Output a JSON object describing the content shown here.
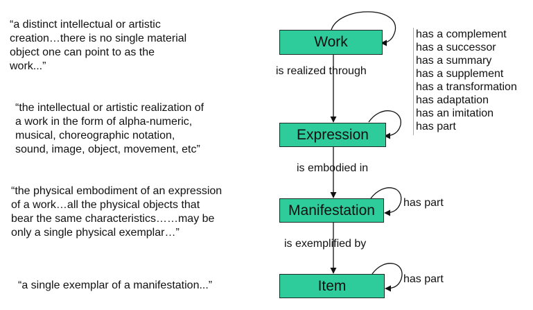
{
  "quotes": {
    "work": "“a distinct intellectual or artistic\ncreation…there is no single material\nobject  one can point to as the\nwork...”",
    "expression": "“the intellectual or artistic realization of\na work  in the form of alpha-numeric,\nmusical, choreographic  notation,\nsound, image, object, movement, etc”",
    "manifestation": "“the physical embodiment of an expression\nof a work…all the physical objects that\nbear the same characteristics……may be\nonly a single physical exemplar…”",
    "item": "“a single exemplar of a manifestation...”"
  },
  "entities": {
    "work": "Work",
    "expression": "Expression",
    "manifestation": "Manifestation",
    "item": "Item"
  },
  "relations": {
    "realized": "is realized  through",
    "embodied": "is embodied in",
    "exemplified": "is exemplified by"
  },
  "work_relationships": [
    "has a complement",
    "has a successor",
    "has a summary",
    "has a supplement",
    "has a transformation",
    "has adaptation",
    "has an imitation",
    "has part"
  ],
  "self_relations": {
    "manifestation": "has part",
    "item": "has part"
  },
  "colors": {
    "box_fill": "#2ecc9a",
    "box_border": "#1b2a24",
    "text": "#111111"
  }
}
